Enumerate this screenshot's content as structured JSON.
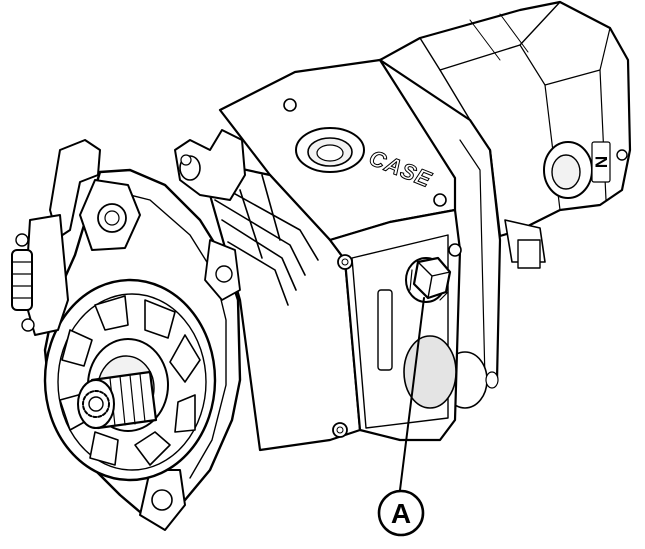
{
  "diagram": {
    "housing_marking": "CASE",
    "rear_marking": "N",
    "callouts": [
      {
        "id": "callout-a",
        "label": "A",
        "target": "plug-fitting"
      }
    ]
  }
}
